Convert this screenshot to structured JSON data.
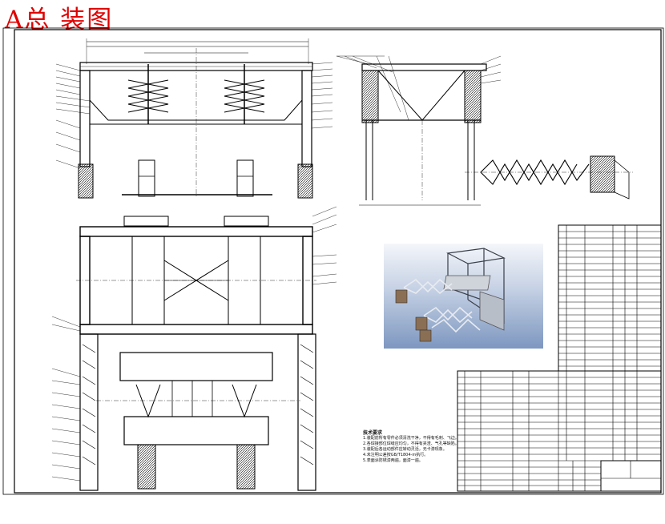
{
  "title": "A总 装图",
  "colors": {
    "title": "#e00000",
    "line": "#000000",
    "render_bg_top": "#f4f6fa",
    "render_bg_bottom": "#7d97c0"
  },
  "notes": {
    "heading": "技术要求",
    "lines": [
      "1.装配前所有零件必须清洗干净，不得有毛刺、飞边。",
      "2.各焊接部位焊缝应均匀，不得有夹渣、气孔等缺陷。",
      "3.装配后各运动部件应转动灵活，无卡滞现象。",
      "4.未注明公差按GB/T1804-m执行。",
      "5.表面涂防锈漆两遍，面漆一遍。"
    ]
  }
}
